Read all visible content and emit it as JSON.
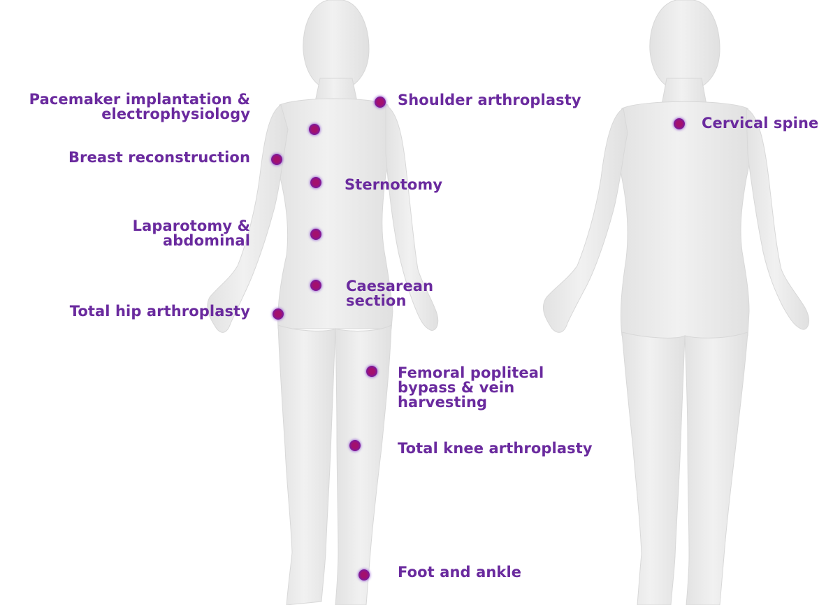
{
  "colors": {
    "label_text": "#6a2a9e",
    "marker_center": "#a3106e",
    "marker_glow": "#7a3fc0",
    "body_fill": "#ececec"
  },
  "front_view": {
    "labels": {
      "pacemaker": "Pacemaker implantation &\nelectrophysiology",
      "shoulder": "Shoulder arthroplasty",
      "breast": "Breast reconstruction",
      "sternotomy": "Sternotomy",
      "laparotomy": "Laparotomy &\nabdominal",
      "caesarean": "Caesarean\nsection",
      "hip": "Total hip arthroplasty",
      "femoral": "Femoral popliteal\nbypass & vein\nharvesting",
      "knee": "Total knee arthroplasty",
      "foot": "Foot and ankle"
    }
  },
  "back_view": {
    "labels": {
      "cervical": "Cervical spine"
    }
  }
}
